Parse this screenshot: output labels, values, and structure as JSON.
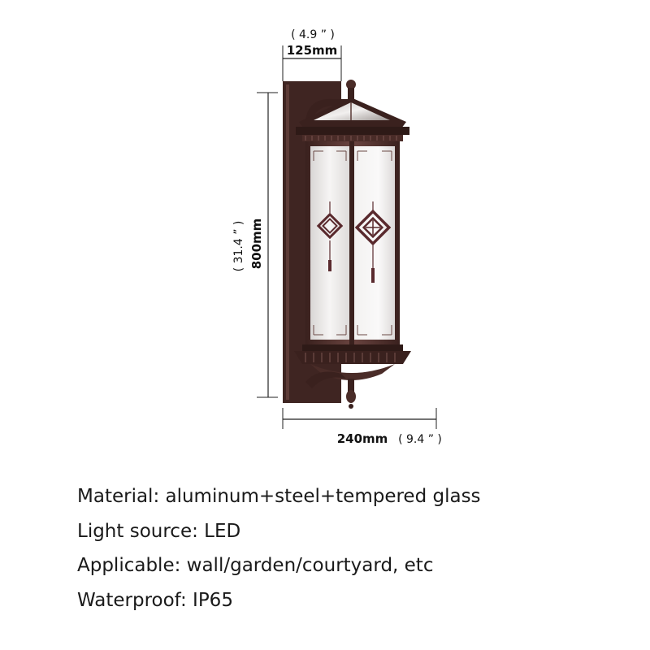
{
  "dimensions": {
    "width_mm": "125mm",
    "width_in": "( 4.9 ” )",
    "height_mm": "800mm",
    "height_in": "( 31.4 ” )",
    "depth_mm": "240mm",
    "depth_in": "( 9.4 ” )"
  },
  "specs": [
    {
      "label": "Material:",
      "value": "aluminum+steel+tempered glass"
    },
    {
      "label": "Light source:",
      "value": "LED"
    },
    {
      "label": "Applicable:",
      "value": "wall/garden/courtyard, etc"
    },
    {
      "label": "Waterproof:",
      "value": "IP65"
    }
  ],
  "colors": {
    "frame": "#4a2c28",
    "frame_dark": "#2e1a17",
    "glass": "#efeded",
    "knot": "#5a2a2e"
  }
}
